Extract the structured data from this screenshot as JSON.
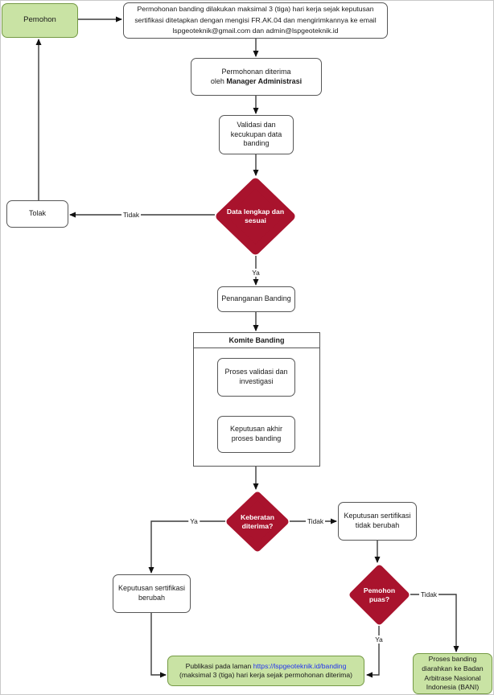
{
  "flowchart": {
    "colors": {
      "green_fill": "#c9e3a4",
      "green_border": "#759a45",
      "red": "#a9132d",
      "line": "#3c3c3c",
      "link": "#2233ee"
    },
    "nodes": {
      "pemohon": "Pemohon",
      "info": "Permohonan banding dilakukan maksimal 3 (tiga) hari kerja sejak keputusan sertifikasi ditetapkan dengan mengisi FR.AK.04 dan mengirimkannya ke email  lspgeoteknik@gmail.com dan admin@lspgeoteknik.id",
      "diterima_line1": "Permohonan diterima",
      "diterima_line2_prefix": "oleh ",
      "diterima_line2_bold": "Manager Administrasi",
      "validasi": "Validasi dan kecukupan data banding",
      "decision_data": "Data lengkap dan sesuai",
      "tolak": "Tolak",
      "penanganan": "Penanganan Banding",
      "komite_header": "Komite Banding",
      "proses_validasi": "Proses validasi dan investigasi",
      "keputusan_akhir": "Keputusan akhir proses banding",
      "decision_keberatan": "Keberatan diterima?",
      "sertifikasi_tidak_berubah": "Keputusan sertifikasi tidak berubah",
      "sertifikasi_berubah": "Keputusan sertifikasi berubah",
      "decision_puas": "Pemohon puas?",
      "publikasi_prefix": "Publikasi pada laman ",
      "publikasi_link": "https://lspgeoteknik.id/banding",
      "publikasi_line2": "(maksimal 3 (tiga) hari kerja sejak permohonan diterima)",
      "bani": "Proses banding diarahkan ke Badan Arbitrase Nasional Indonesia (BANI)"
    },
    "labels": {
      "tidak_data": "Tidak",
      "ya_data": "Ya",
      "ya_keberatan": "Ya",
      "tidak_keberatan": "Tidak",
      "tidak_puas": "Tidak",
      "ya_puas": "Ya"
    }
  }
}
